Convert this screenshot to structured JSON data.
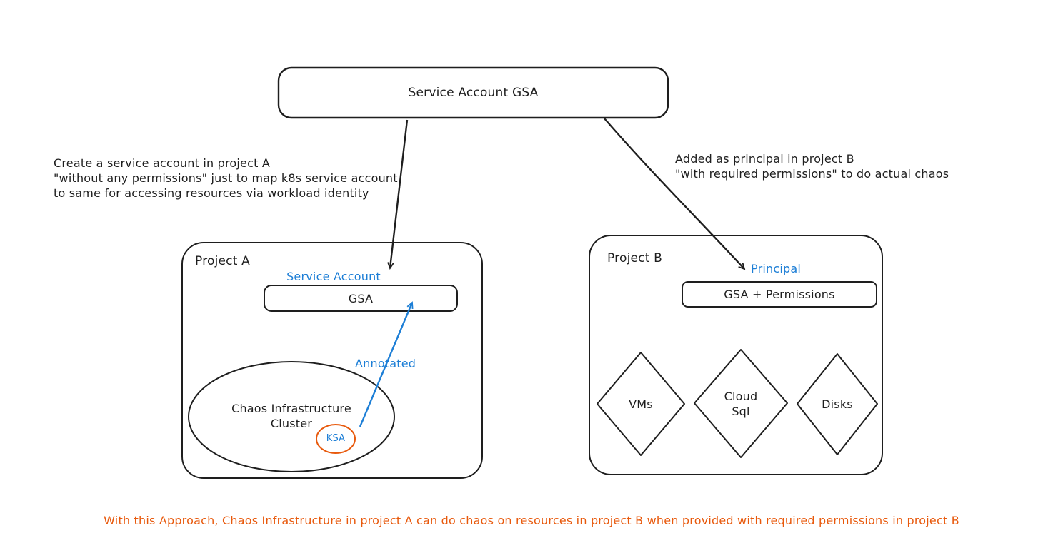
{
  "colors": {
    "ink": "#1e1e1e",
    "blue": "#1c7ed6",
    "orange": "#e8590c"
  },
  "top_box": {
    "label": "Service Account GSA"
  },
  "left_note": {
    "lines": [
      "Create a service account in project A",
      "\"without any permissions\" just to map k8s service account",
      "to same for accessing resources via workload identity"
    ]
  },
  "right_note": {
    "lines": [
      "Added as principal in project B",
      "\"with required permissions\" to do actual chaos"
    ]
  },
  "project_a": {
    "title": "Project A",
    "service_account_label": "Service Account",
    "gsa_box_label": "GSA",
    "cluster_label": "Chaos Infrastructure\nCluster",
    "ksa_label": "KSA",
    "annotated_label": "Annotated"
  },
  "project_b": {
    "title": "Project B",
    "principal_label": "Principal",
    "gsa_permissions_box_label": "GSA + Permissions",
    "resources": [
      "VMs",
      "Cloud\nSql",
      "Disks"
    ]
  },
  "footer": {
    "text": "With this Approach, Chaos Infrastructure in project A can do chaos on resources in project B when provided with required permissions in project B"
  }
}
